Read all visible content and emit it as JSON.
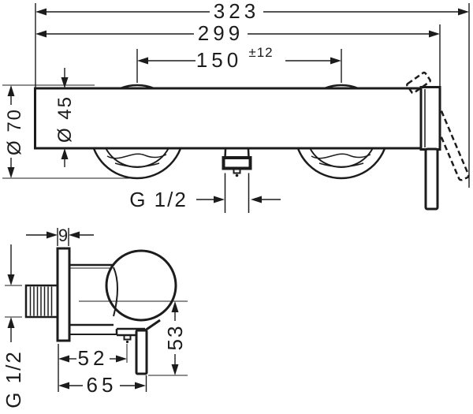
{
  "drawing": {
    "subject": "wall-mounted single-lever shower mixer, dimensioned technical drawing",
    "colors": {
      "line": "#1c1c1c",
      "background": "#ffffff"
    }
  },
  "front_view": {
    "dims": {
      "overall_width": "323",
      "body_width": "299",
      "inlet_spacing": "150",
      "inlet_tolerance": "±12",
      "escutcheon_diameter": "Ø 70",
      "body_height_diameter": "Ø 45",
      "outlet_thread": "G 1/2"
    }
  },
  "side_view": {
    "dims": {
      "wall_plate_depth": "9",
      "inlet_thread": "G 1/2",
      "depth_to_handle_screw": "52",
      "overall_depth": "65",
      "handle_drop": "53"
    }
  }
}
